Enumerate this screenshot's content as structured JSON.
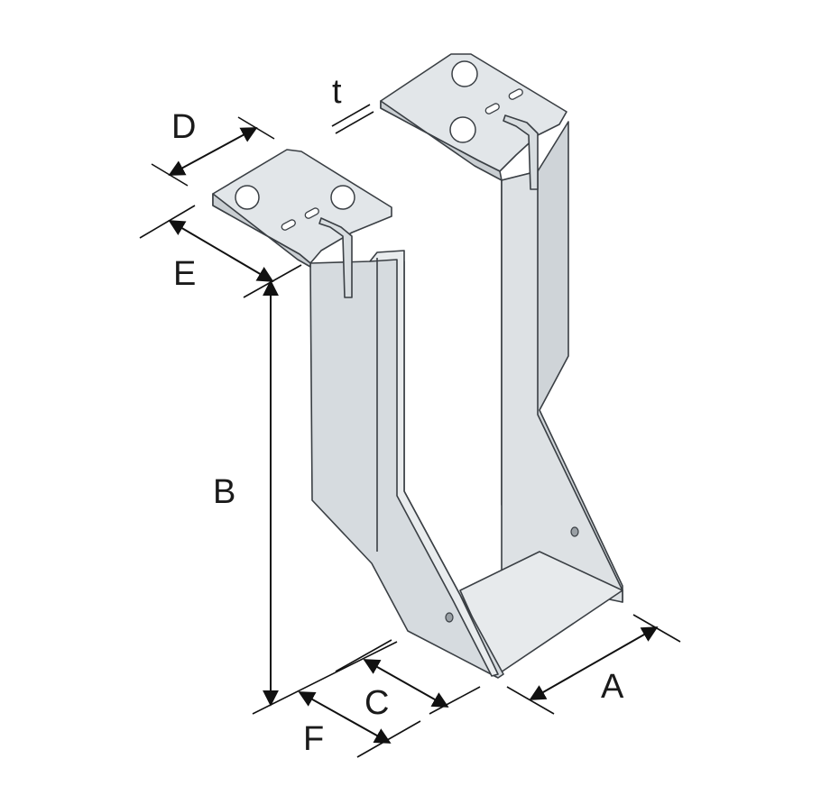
{
  "diagram": {
    "labels": {
      "A": "A",
      "B": "B",
      "C": "C",
      "D": "D",
      "E": "E",
      "F": "F",
      "t": "t"
    },
    "colors": {
      "metal_light": "#e4e8eb",
      "metal_mid": "#d3d8dc",
      "metal_dark": "#bfc5ca",
      "outline": "#3a3f44",
      "dimension": "#111111"
    }
  }
}
